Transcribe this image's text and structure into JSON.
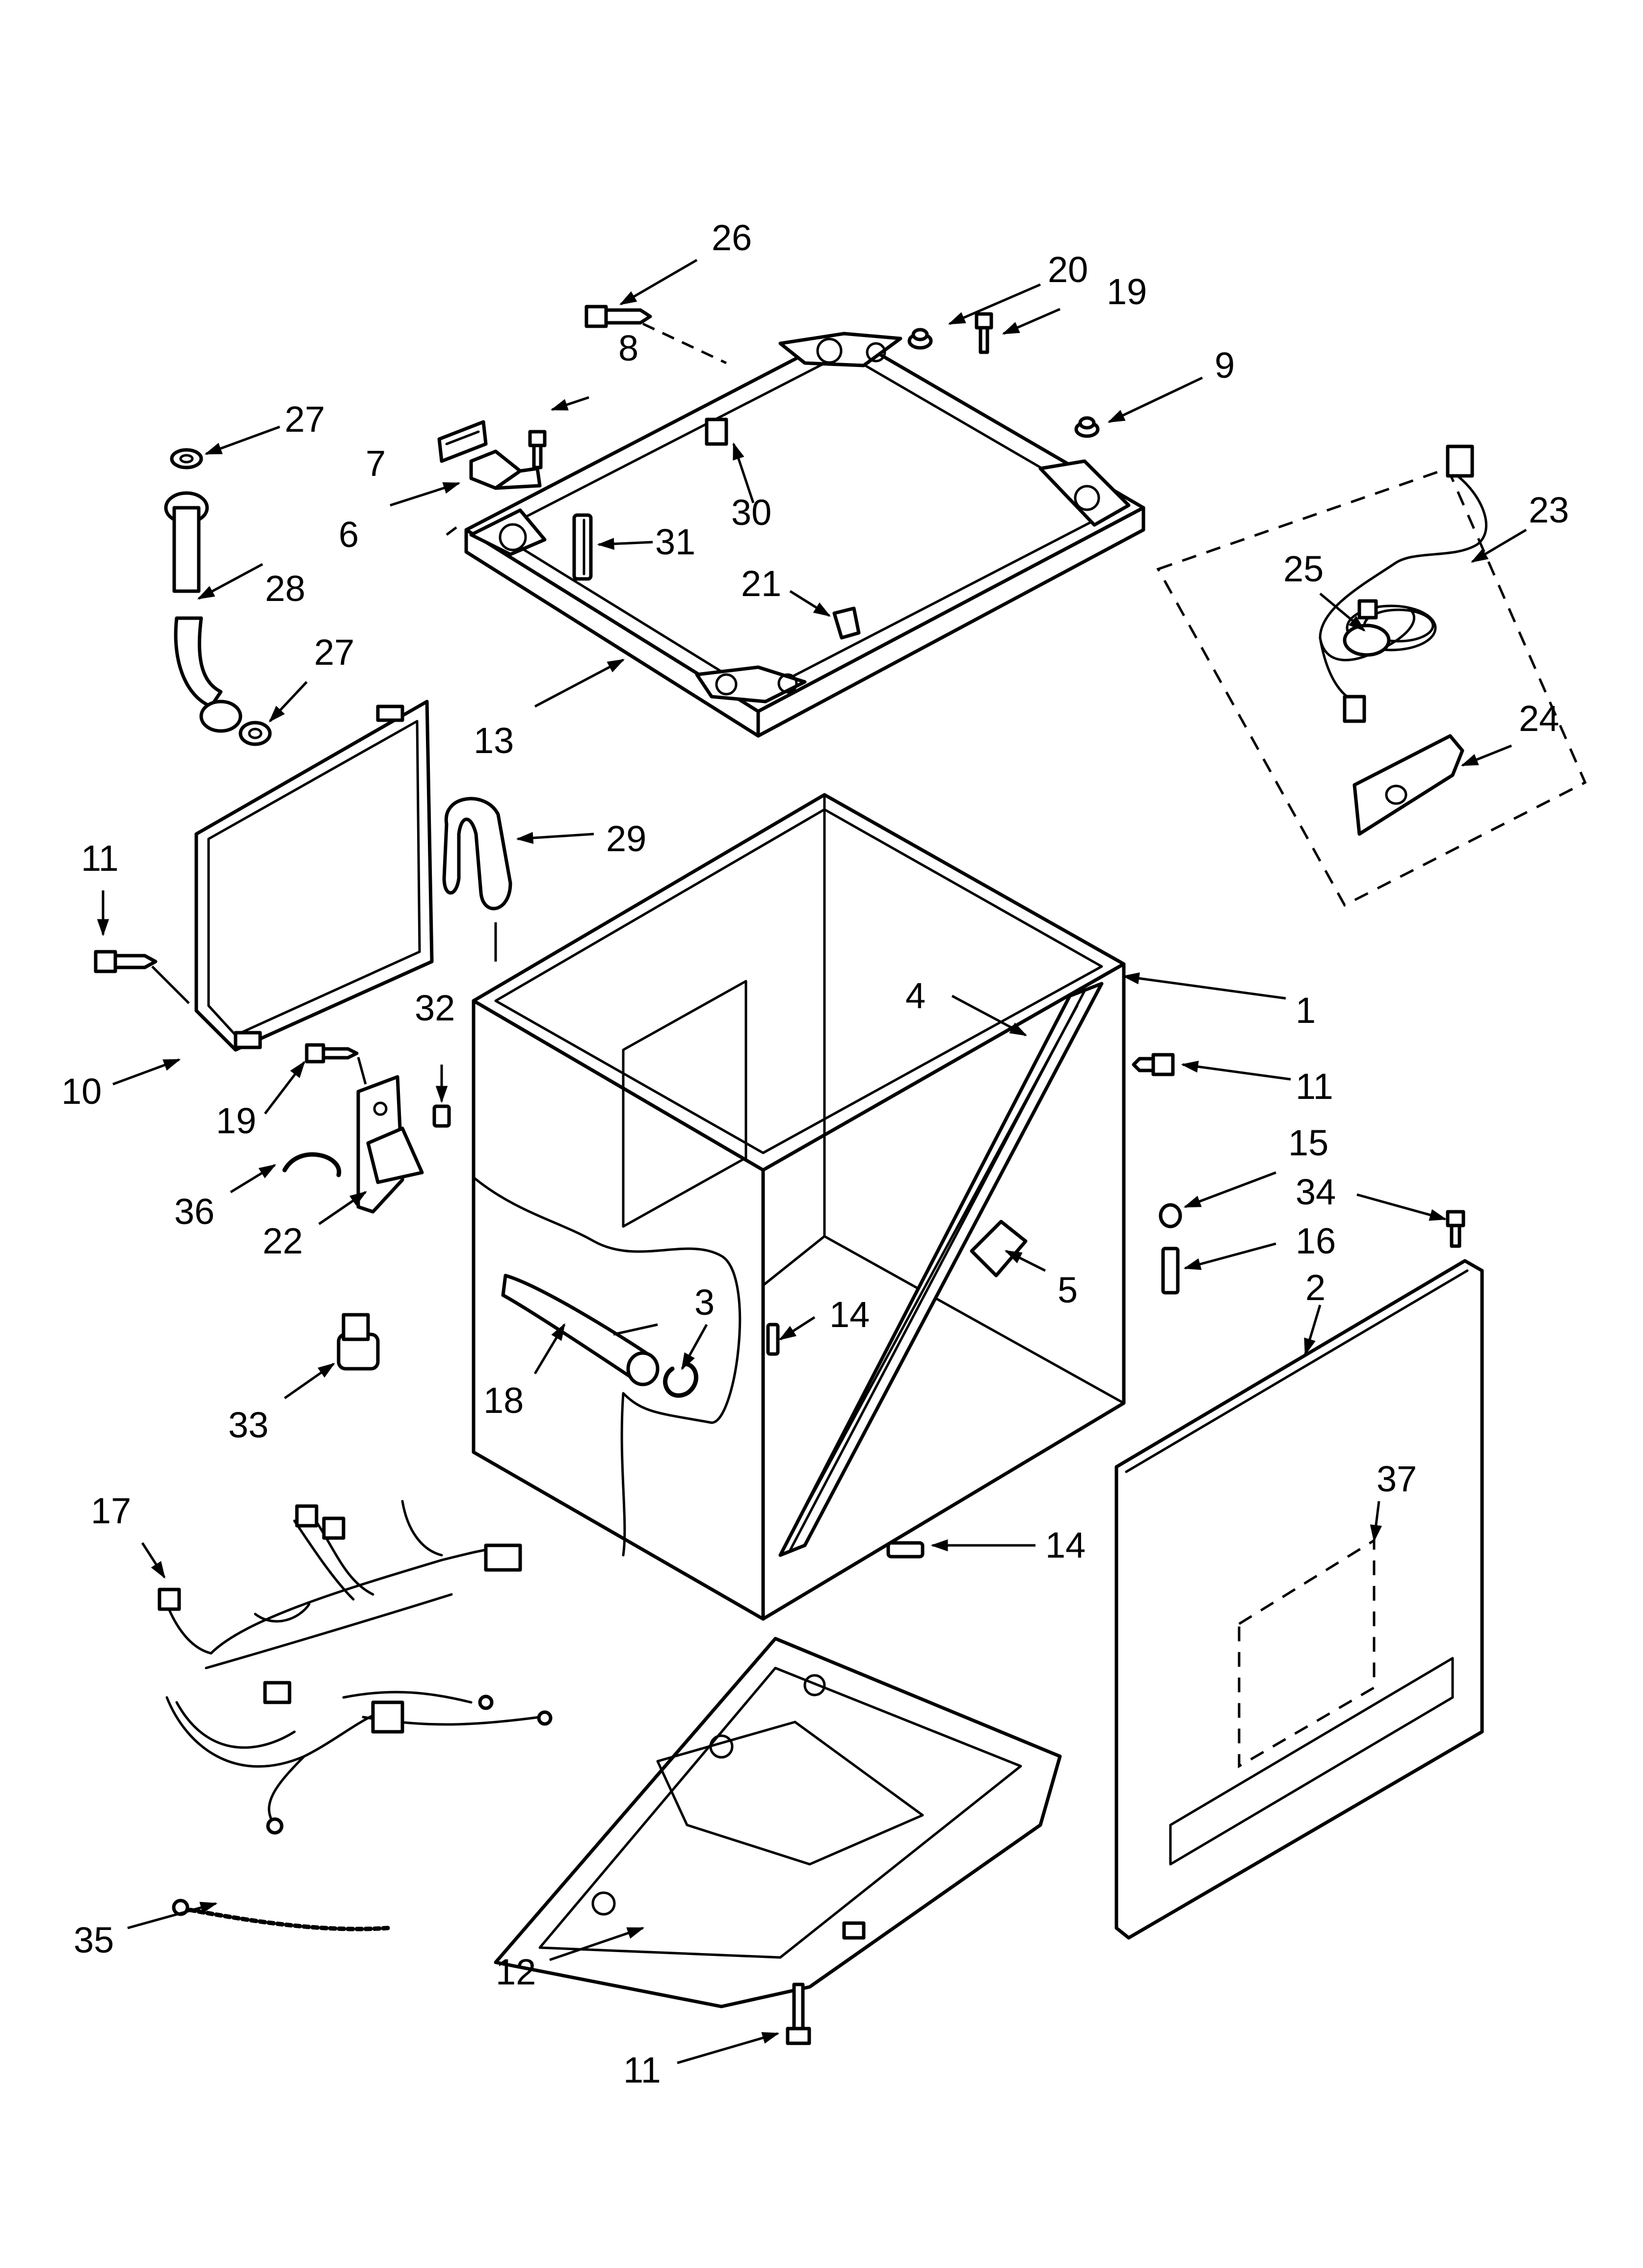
{
  "diagram": {
    "type": "exploded-parts",
    "callouts": [
      {
        "id": "c1",
        "label": "1"
      },
      {
        "id": "c2",
        "label": "2"
      },
      {
        "id": "c3",
        "label": "3"
      },
      {
        "id": "c4",
        "label": "4"
      },
      {
        "id": "c5",
        "label": "5"
      },
      {
        "id": "c6",
        "label": "6"
      },
      {
        "id": "c7",
        "label": "7"
      },
      {
        "id": "c8",
        "label": "8"
      },
      {
        "id": "c9",
        "label": "9"
      },
      {
        "id": "c10",
        "label": "10"
      },
      {
        "id": "c11a",
        "label": "11"
      },
      {
        "id": "c11b",
        "label": "11"
      },
      {
        "id": "c11c",
        "label": "11"
      },
      {
        "id": "c12",
        "label": "12"
      },
      {
        "id": "c13",
        "label": "13"
      },
      {
        "id": "c14a",
        "label": "14"
      },
      {
        "id": "c14b",
        "label": "14"
      },
      {
        "id": "c15",
        "label": "15"
      },
      {
        "id": "c16",
        "label": "16"
      },
      {
        "id": "c17",
        "label": "17"
      },
      {
        "id": "c18",
        "label": "18"
      },
      {
        "id": "c19a",
        "label": "19"
      },
      {
        "id": "c19b",
        "label": "19"
      },
      {
        "id": "c20",
        "label": "20"
      },
      {
        "id": "c21",
        "label": "21"
      },
      {
        "id": "c22",
        "label": "22"
      },
      {
        "id": "c23",
        "label": "23"
      },
      {
        "id": "c24",
        "label": "24"
      },
      {
        "id": "c25",
        "label": "25"
      },
      {
        "id": "c26",
        "label": "26"
      },
      {
        "id": "c27a",
        "label": "27"
      },
      {
        "id": "c27b",
        "label": "27"
      },
      {
        "id": "c28",
        "label": "28"
      },
      {
        "id": "c29",
        "label": "29"
      },
      {
        "id": "c30",
        "label": "30"
      },
      {
        "id": "c31",
        "label": "31"
      },
      {
        "id": "c32",
        "label": "32"
      },
      {
        "id": "c33",
        "label": "33"
      },
      {
        "id": "c34",
        "label": "34"
      },
      {
        "id": "c35",
        "label": "35"
      },
      {
        "id": "c36",
        "label": "36"
      },
      {
        "id": "c37",
        "label": "37"
      }
    ]
  }
}
